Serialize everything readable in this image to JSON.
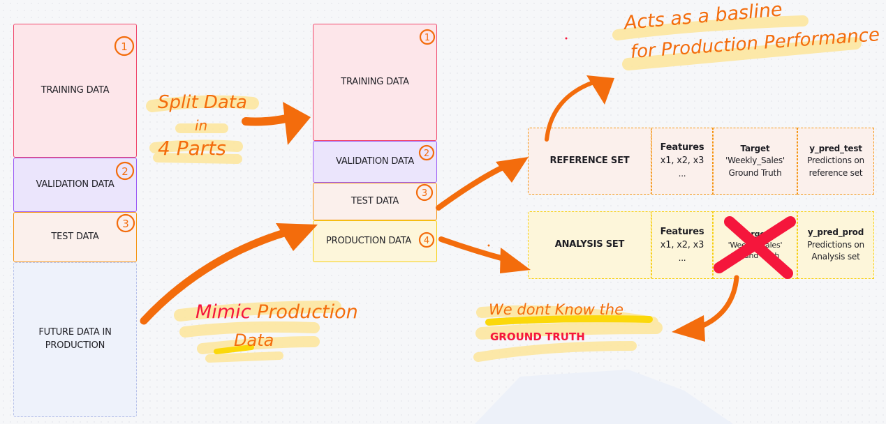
{
  "left_column": {
    "training": "TRAINING DATA",
    "validation": "VALIDATION DATA",
    "test": "TEST DATA",
    "future": "FUTURE DATA IN PRODUCTION"
  },
  "middle_column": {
    "training": "TRAINING DATA",
    "validation": "VALIDATION DATA",
    "test": "TEST DATA",
    "production": "PRODUCTION DATA"
  },
  "number_markers": [
    "1",
    "2",
    "3",
    "4"
  ],
  "reference_set": {
    "label": "REFERENCE SET",
    "features_title": "Features",
    "features_values": "x1, x2, x3",
    "features_more": "...",
    "target_title": "Target",
    "target_name": "'Weekly_Sales'",
    "target_desc": "Ground Truth",
    "pred_title": "y_pred_test",
    "pred_desc_1": "Predictions on",
    "pred_desc_2": "reference set"
  },
  "analysis_set": {
    "label": "ANALYSIS SET",
    "features_title": "Features",
    "features_values": "x1, x2, x3",
    "features_more": "...",
    "target_title": "Target",
    "target_name": "'Weekly_Sales'",
    "target_desc": "Ground Truth",
    "pred_title": "y_pred_prod",
    "pred_desc_1": "Predictions on",
    "pred_desc_2": "Analysis set"
  },
  "annotations": {
    "split_line1": "Split Data",
    "split_line2": "in",
    "split_line3": "4 Parts",
    "mimic_word1": "Mimic",
    "mimic_word2": "Production",
    "mimic_line2": "Data",
    "baseline_line1": "Acts as a basline",
    "baseline_line2": "for Production Performance",
    "unknown_line1": "We dont Know the",
    "unknown_line2": "GROUND TRUTH"
  },
  "colors": {
    "arrow": "#f36c0c",
    "highlight": "#fde9a0",
    "cross": "#f5163c"
  }
}
